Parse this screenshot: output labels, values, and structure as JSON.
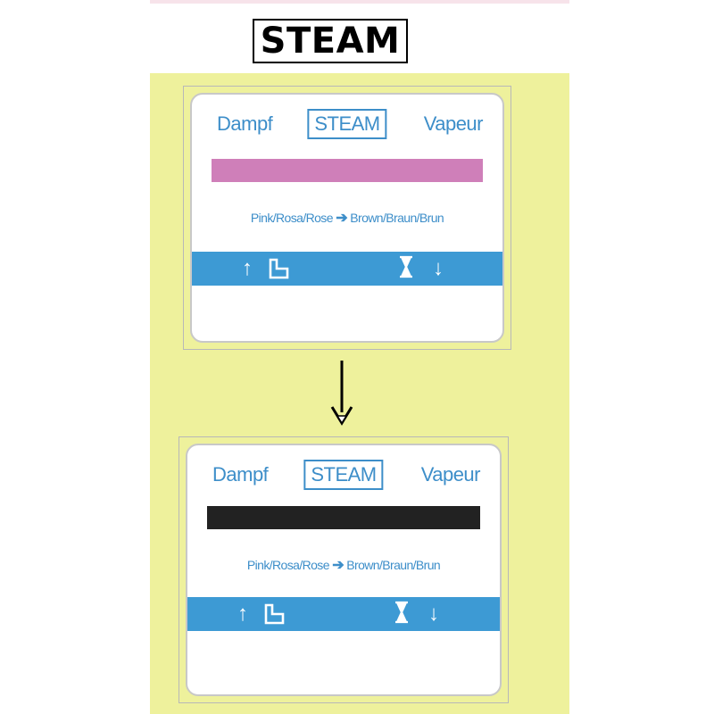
{
  "title": "STEAM",
  "indicators": [
    {
      "state": "before",
      "lang_de": "Dampf",
      "lang_en": "STEAM",
      "lang_fr": "Vapeur",
      "strip_color": "#cf7fb9",
      "color_change_from": "Pink/Rosa/Rose",
      "color_change_arrow": "➔",
      "color_change_to": "Brown/Braun/Brun",
      "icons": [
        "up-arrow-icon",
        "chair-icon",
        "hourglass-icon",
        "down-arrow-icon"
      ]
    },
    {
      "state": "after",
      "lang_de": "Dampf",
      "lang_en": "STEAM",
      "lang_fr": "Vapeur",
      "strip_color": "#222222",
      "color_change_from": "Pink/Rosa/Rose",
      "color_change_arrow": "➔",
      "color_change_to": "Brown/Braun/Brun",
      "icons": [
        "up-arrow-icon",
        "chair-icon",
        "hourglass-icon",
        "down-arrow-icon"
      ]
    }
  ],
  "colors": {
    "background_panel": "#eef19c",
    "accent_blue": "#3d9ad4",
    "text_blue": "#3d8ec9"
  }
}
